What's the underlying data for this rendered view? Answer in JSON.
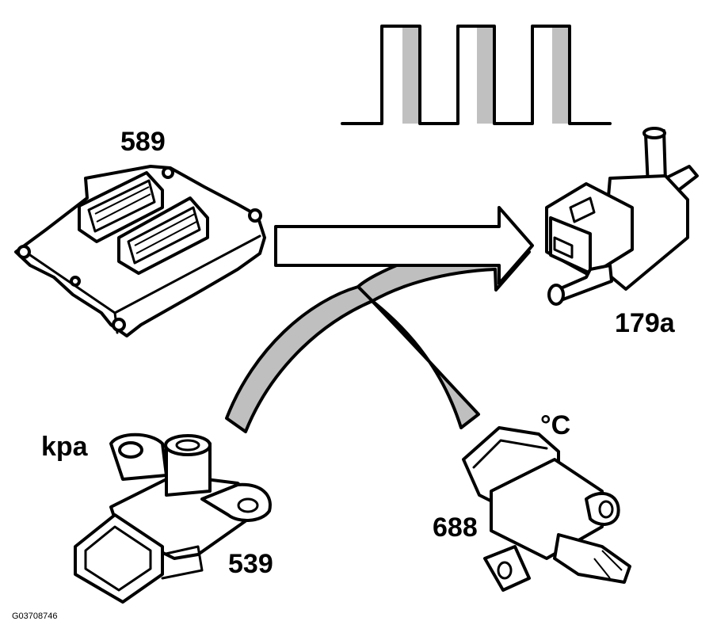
{
  "labels": {
    "ecu": "589",
    "valve": "179a",
    "pressure_sensor": "539",
    "pressure_unit": "kpa",
    "temp_sensor": "688",
    "temp_unit": "°C",
    "figure_id": "G03708746"
  },
  "colors": {
    "outline": "#000000",
    "arrow_fill_gray": "#bfbfbf",
    "pulse_shade": "#c0c0c0",
    "background": "#ffffff"
  }
}
